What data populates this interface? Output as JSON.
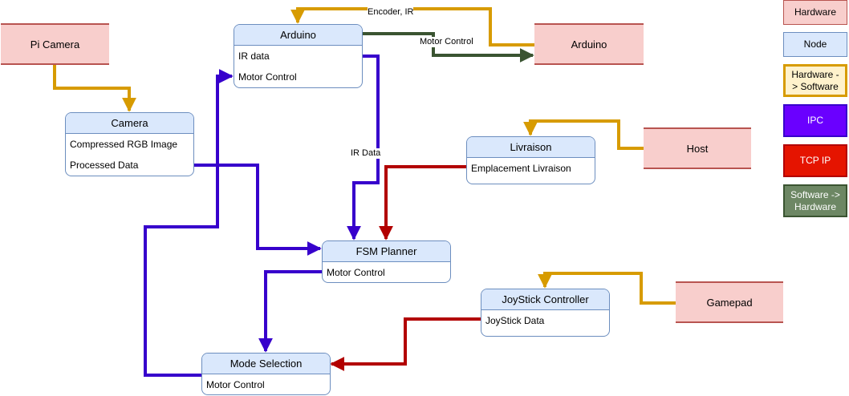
{
  "colors": {
    "hardware_to_software": "#d79b00",
    "ipc": "#3700cc",
    "tcp_ip": "#b20000",
    "software_to_hardware": "#3a5431",
    "hardware_fill": "#f8cecc",
    "node_fill": "#dae8fc"
  },
  "hardware": {
    "pi_camera": "Pi Camera",
    "arduino": "Arduino",
    "host": "Host",
    "gamepad": "Gamepad"
  },
  "nodes": {
    "arduino": {
      "title": "Arduino",
      "rows": [
        "IR data",
        "Motor Control"
      ]
    },
    "camera": {
      "title": "Camera",
      "rows": [
        "Compressed RGB Image",
        "Processed Data"
      ]
    },
    "livraison": {
      "title": "Livraison",
      "rows": [
        "Emplacement Livraison"
      ]
    },
    "fsm_planner": {
      "title": "FSM Planner",
      "rows": [
        "Motor Control"
      ]
    },
    "joystick_controller": {
      "title": "JoyStick Controller",
      "rows": [
        "JoyStick Data"
      ]
    },
    "mode_selection": {
      "title": "Mode Selection",
      "rows": [
        "Motor Control"
      ]
    }
  },
  "edge_labels": {
    "encoder_ir": "Encoder, IR",
    "motor_control": "Motor Control",
    "ir_data": "IR Data"
  },
  "legend": {
    "hardware": "Hardware",
    "node": "Node",
    "hardware_to_software": "Hardware -> Software",
    "ipc": "IPC",
    "tcp_ip": "TCP IP",
    "software_to_hardware": "Software -> Hardware"
  }
}
